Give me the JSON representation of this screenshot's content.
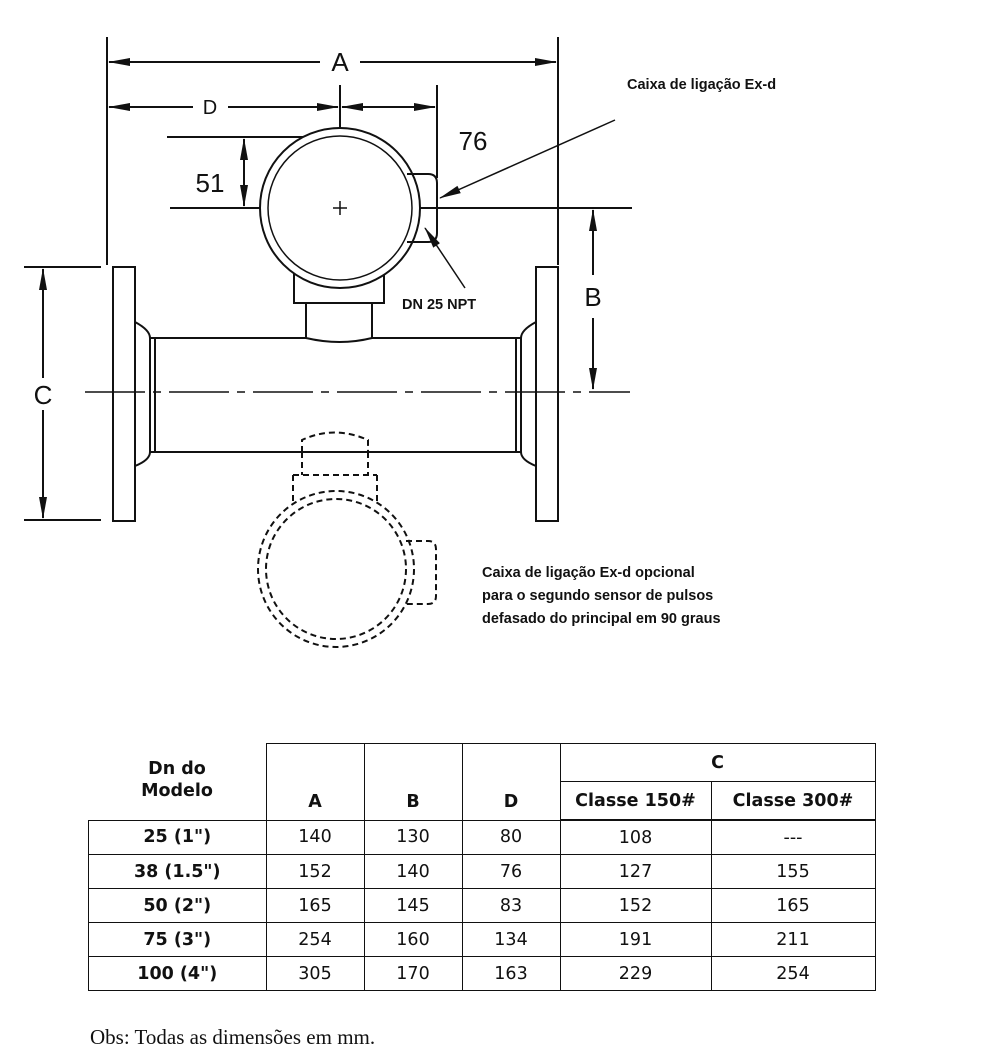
{
  "drawing": {
    "dimensions": {
      "A": "A",
      "B": "B",
      "C": "C",
      "D": "D",
      "76": "76",
      "51": "51"
    },
    "callouts": {
      "junction_box": "Caixa de ligação Ex-d",
      "conduit": "DN 25 NPT",
      "optional_box": [
        "Caixa de ligação Ex-d opcional",
        "para o segundo sensor de pulsos",
        "defasado do principal em 90 graus"
      ]
    }
  },
  "table": {
    "header": {
      "model": [
        "Dn do",
        "Modelo"
      ],
      "A": "A",
      "B": "B",
      "D": "D",
      "C": "C",
      "c150": "Classe 150#",
      "c300": "Classe 300#"
    },
    "rows": [
      {
        "model": "25 (1\")",
        "A": "140",
        "B": "130",
        "D": "80",
        "c150": "108",
        "c300": "---"
      },
      {
        "model": "38 (1.5\")",
        "A": "152",
        "B": "140",
        "D": "76",
        "c150": "127",
        "c300": "155"
      },
      {
        "model": "50 (2\")",
        "A": "165",
        "B": "145",
        "D": "83",
        "c150": "152",
        "c300": "165"
      },
      {
        "model": "75 (3\")",
        "A": "254",
        "B": "160",
        "D": "134",
        "c150": "191",
        "c300": "211"
      },
      {
        "model": "100 (4\")",
        "A": "305",
        "B": "170",
        "D": "163",
        "c150": "229",
        "c300": "254"
      }
    ]
  },
  "note": "Obs: Todas as dimensões em mm."
}
